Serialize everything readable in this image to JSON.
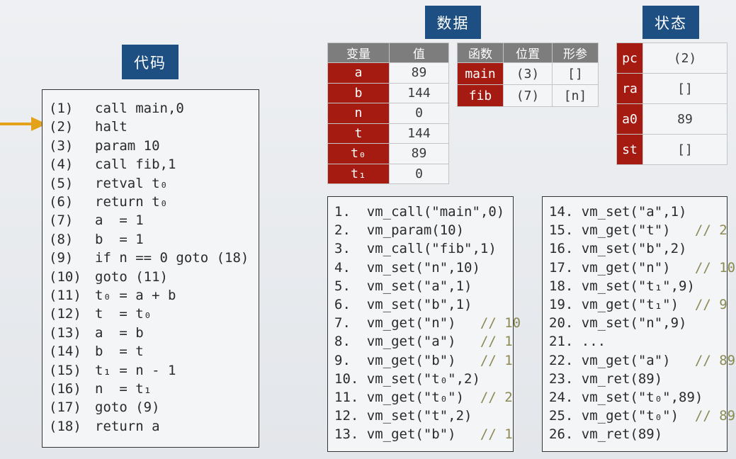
{
  "titles": {
    "code": "代码",
    "data": "数据",
    "state": "状态"
  },
  "code_lines": [
    {
      "num": "(1)",
      "text": "call main,0"
    },
    {
      "num": "(2)",
      "text": "halt"
    },
    {
      "num": "(3)",
      "text": "param 10"
    },
    {
      "num": "(4)",
      "text": "call fib,1"
    },
    {
      "num": "(5)",
      "text": "retval t₀"
    },
    {
      "num": "(6)",
      "text": "return t₀"
    },
    {
      "num": "(7)",
      "text": "a  = 1"
    },
    {
      "num": "(8)",
      "text": "b  = 1"
    },
    {
      "num": "(9)",
      "text": "if n == 0 goto (18)"
    },
    {
      "num": "(10)",
      "text": "goto (11)"
    },
    {
      "num": "(11)",
      "text": "t₀ = a + b"
    },
    {
      "num": "(12)",
      "text": "t  = t₀"
    },
    {
      "num": "(13)",
      "text": "a  = b"
    },
    {
      "num": "(14)",
      "text": "b  = t"
    },
    {
      "num": "(15)",
      "text": "t₁ = n - 1"
    },
    {
      "num": "(16)",
      "text": "n  = t₁"
    },
    {
      "num": "(17)",
      "text": "goto (9)"
    },
    {
      "num": "(18)",
      "text": "return a"
    }
  ],
  "variables": {
    "headers": [
      "变量",
      "值"
    ],
    "rows": [
      {
        "name": "a",
        "value": "89"
      },
      {
        "name": "b",
        "value": "144"
      },
      {
        "name": "n",
        "value": "0"
      },
      {
        "name": "t",
        "value": "144"
      },
      {
        "name": "t₀",
        "value": "89"
      },
      {
        "name": "t₁",
        "value": "0"
      }
    ]
  },
  "functions": {
    "headers": [
      "函数",
      "位置",
      "形参"
    ],
    "rows": [
      {
        "name": "main",
        "position": "(3)",
        "params": "[]"
      },
      {
        "name": "fib",
        "position": "(7)",
        "params": "[n]"
      }
    ]
  },
  "state": {
    "rows": [
      {
        "name": "pc",
        "value": "(2)"
      },
      {
        "name": "ra",
        "value": "[]"
      },
      {
        "name": "a0",
        "value": "89"
      },
      {
        "name": "st",
        "value": "[]"
      }
    ]
  },
  "trace_left": [
    {
      "text": "1.  vm_call(\"main\",0)",
      "comment": ""
    },
    {
      "text": "2.  vm_param(10)",
      "comment": ""
    },
    {
      "text": "3.  vm_call(\"fib\",1)",
      "comment": ""
    },
    {
      "text": "4.  vm_set(\"n\",10)",
      "comment": ""
    },
    {
      "text": "5.  vm_set(\"a\",1)",
      "comment": ""
    },
    {
      "text": "6.  vm_set(\"b\",1)",
      "comment": ""
    },
    {
      "text": "7.  vm_get(\"n\")  ",
      "comment": "// 10"
    },
    {
      "text": "8.  vm_get(\"a\")  ",
      "comment": "// 1"
    },
    {
      "text": "9.  vm_get(\"b\")  ",
      "comment": "// 1"
    },
    {
      "text": "10. vm_set(\"t₀\",2)",
      "comment": ""
    },
    {
      "text": "11. vm_get(\"t₀\") ",
      "comment": "// 2"
    },
    {
      "text": "12. vm_set(\"t\",2)",
      "comment": ""
    },
    {
      "text": "13. vm_get(\"b\")  ",
      "comment": "// 1"
    }
  ],
  "trace_right": [
    {
      "text": "14. vm_set(\"a\",1)",
      "comment": ""
    },
    {
      "text": "15. vm_get(\"t\")  ",
      "comment": "// 2"
    },
    {
      "text": "16. vm_set(\"b\",2)",
      "comment": ""
    },
    {
      "text": "17. vm_get(\"n\")  ",
      "comment": "// 10"
    },
    {
      "text": "18. vm_set(\"t₁\",9)",
      "comment": ""
    },
    {
      "text": "19. vm_get(\"t₁\") ",
      "comment": "// 9"
    },
    {
      "text": "20. vm_set(\"n\",9)",
      "comment": ""
    },
    {
      "text": "21. ...",
      "comment": ""
    },
    {
      "text": "22. vm_get(\"a\")  ",
      "comment": "// 89"
    },
    {
      "text": "23. vm_ret(89)",
      "comment": ""
    },
    {
      "text": "24. vm_set(\"t₀\",89)",
      "comment": ""
    },
    {
      "text": "25. vm_get(\"t₀\") ",
      "comment": "// 89"
    },
    {
      "text": "26. vm_ret(89)",
      "comment": ""
    }
  ],
  "colors": {
    "title_bg": "#1e4f82",
    "key_cell": "#a51b12",
    "header_cell": "#7d7d7d",
    "arrow": "#e3a21a",
    "comment": "#8a8a52"
  },
  "icons": {
    "pointer": "arrow-right-icon"
  }
}
